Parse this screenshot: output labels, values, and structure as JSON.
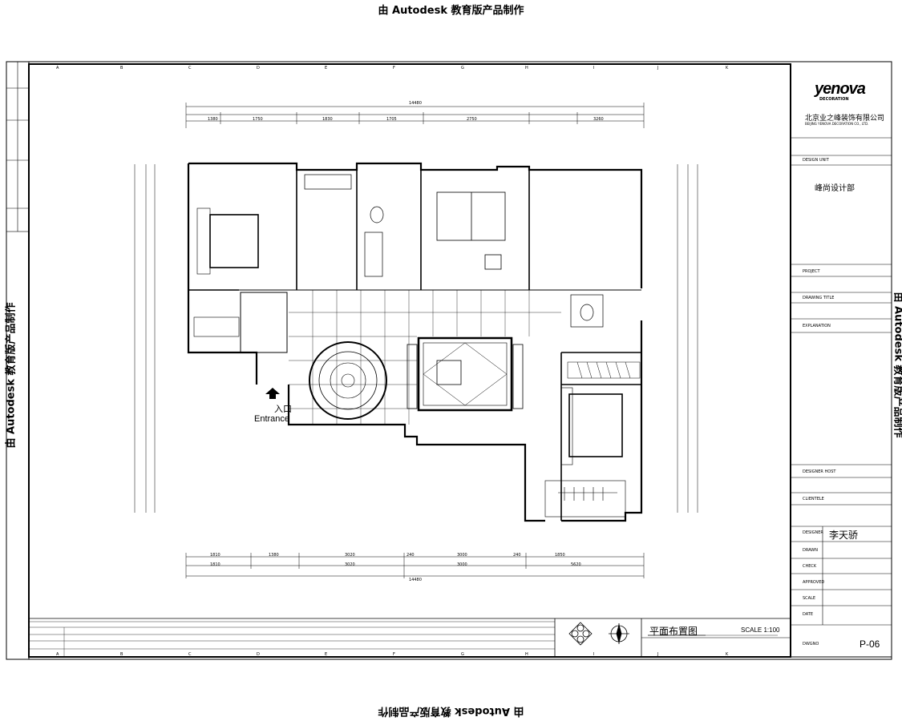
{
  "watermark": {
    "text": "由 Autodesk 教育版产品制作"
  },
  "title_block": {
    "logo": {
      "brand": "yenova",
      "sub": "DECORATION"
    },
    "company_cn": "北京业之峰装饰有限公司",
    "company_en": "BEIJING YENOVA DECORATION CO., LTD.",
    "dept_label": "DESIGN UNIT",
    "dept_value": "峰尚设计部",
    "project_label": "PROJECT",
    "drawing_title_label": "DRAWING TITLE",
    "explanation_label": "EXPLANATION",
    "designer_host_label": "DESIGNER HOST",
    "clientele_label": "CLIENTELE",
    "designer_label": "DESIGNER",
    "designer_name": "李天骄",
    "drawn_label": "DRAWN",
    "check_label": "CHECK",
    "approved_label": "APPROVED",
    "scale_label": "SCALE",
    "date_label": "DATE",
    "dwg_no_label": "DWGNO",
    "dwg_no_value": "P-06"
  },
  "plan": {
    "title_cn": "平面布置图",
    "scale_text": "SCALE 1:100",
    "entrance_cn": "入口",
    "entrance_en": "Entrance",
    "dims_top_total": "14480",
    "dims_bottom_total": "14480",
    "dims_bottom_row1": [
      "1810",
      "1380",
      "3020",
      "3000",
      "240",
      "1850",
      "240"
    ],
    "dims_bottom_row2": [
      "1810",
      "3020",
      "3000",
      "5620"
    ],
    "dims_top_row2": [
      "1380",
      "1750",
      "1830",
      "1705",
      "2750",
      "3260"
    ]
  }
}
